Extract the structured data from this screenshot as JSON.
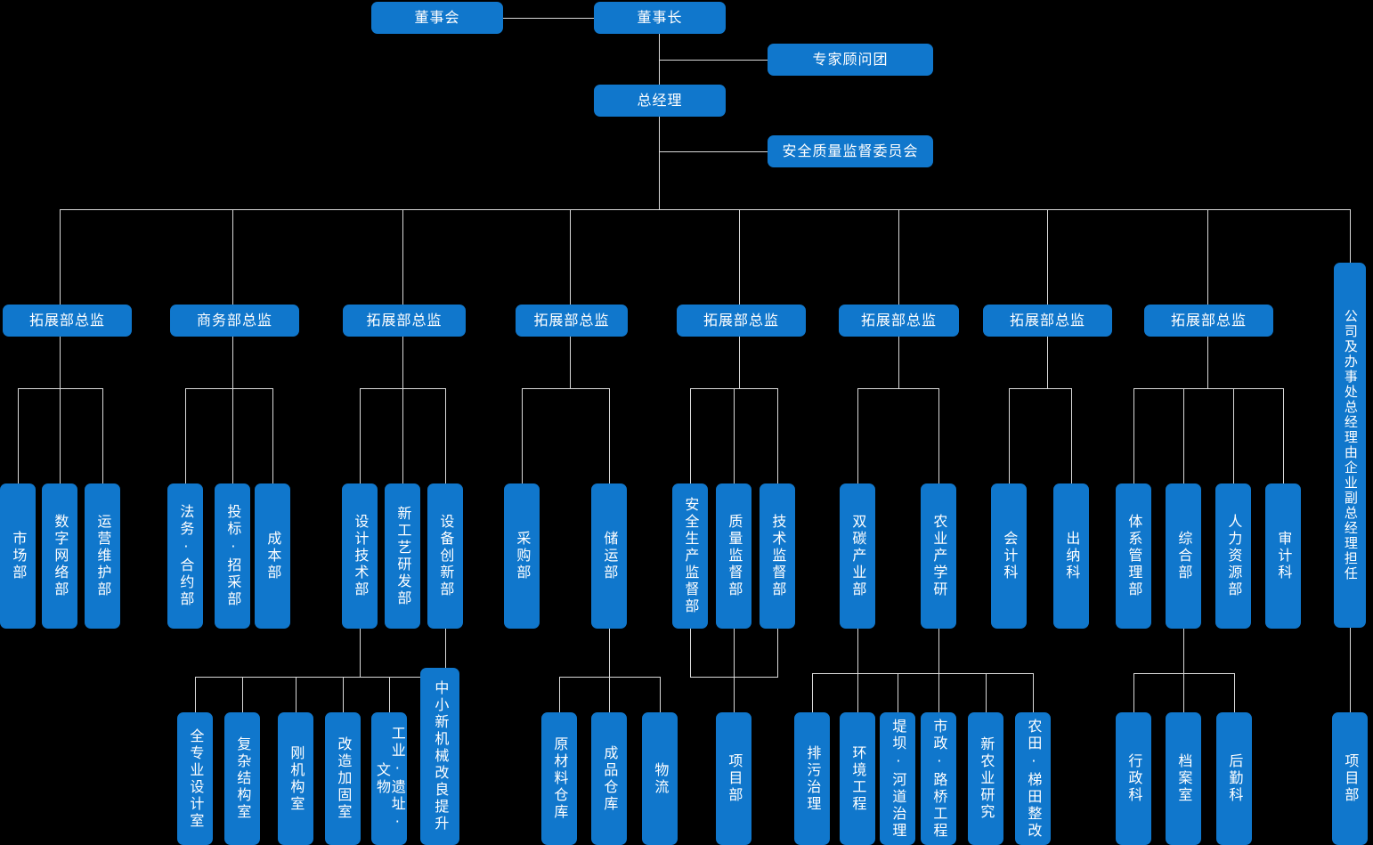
{
  "meta": {
    "title": "公司组织架构图",
    "accent": "#1077cc",
    "line_color": "#d9d9d9",
    "background": "#000000"
  },
  "chart_data": {
    "type": "diagram",
    "subtype": "org-chart",
    "orientation": "top-down",
    "levels": 5
  },
  "top": {
    "board": "董事会",
    "chairman": "董事长",
    "advisors": "专家顾问团",
    "general_manager": "总经理",
    "safety_committee": "安全质量监督委员会"
  },
  "directors": [
    {
      "label": "拓展部总监"
    },
    {
      "label": "商务部总监"
    },
    {
      "label": "拓展部总监"
    },
    {
      "label": "拓展部总监"
    },
    {
      "label": "拓展部总监"
    },
    {
      "label": "拓展部总监"
    },
    {
      "label": "拓展部总监"
    },
    {
      "label": "拓展部总监"
    }
  ],
  "side_note": "公司及办事处总经理由企业副总经理担任",
  "departments": [
    {
      "label": "市场部"
    },
    {
      "label": "数字网络部"
    },
    {
      "label": "运营维护部"
    },
    {
      "label": "法务·合约部"
    },
    {
      "label": "投标·招采部"
    },
    {
      "label": "成本部"
    },
    {
      "label": "设计技术部"
    },
    {
      "label": "新工艺研发部"
    },
    {
      "label": "设备创新部"
    },
    {
      "label": "采购部"
    },
    {
      "label": "储运部"
    },
    {
      "label": "安全生产监督部"
    },
    {
      "label": "质量监督部"
    },
    {
      "label": "技术监督部"
    },
    {
      "label": "双碳产业部"
    },
    {
      "label": "农业产学研"
    },
    {
      "label": "会计科"
    },
    {
      "label": "出纳科"
    },
    {
      "label": "体系管理部"
    },
    {
      "label": "综合部"
    },
    {
      "label": "人力资源部"
    },
    {
      "label": "审计科"
    }
  ],
  "sub_departments": [
    {
      "label": "全专业设计室"
    },
    {
      "label": "复杂结构室"
    },
    {
      "label": "刚机构室"
    },
    {
      "label": "改造加固室"
    },
    {
      "label": "工业·遗址·文物"
    },
    {
      "label": "中小新机械改良提升"
    },
    {
      "label": "原材料仓库"
    },
    {
      "label": "成品仓库"
    },
    {
      "label": "物流"
    },
    {
      "label": "项目部"
    },
    {
      "label": "排污治理"
    },
    {
      "label": "环境工程"
    },
    {
      "label": "堤坝·河道治理"
    },
    {
      "label": "市政·路桥工程"
    },
    {
      "label": "新农业研究"
    },
    {
      "label": "农田·梯田整改"
    },
    {
      "label": "行政科"
    },
    {
      "label": "档案室"
    },
    {
      "label": "后勤科"
    },
    {
      "label": "项目部二"
    }
  ],
  "sub_departments_display": {
    "19": "项目部"
  }
}
